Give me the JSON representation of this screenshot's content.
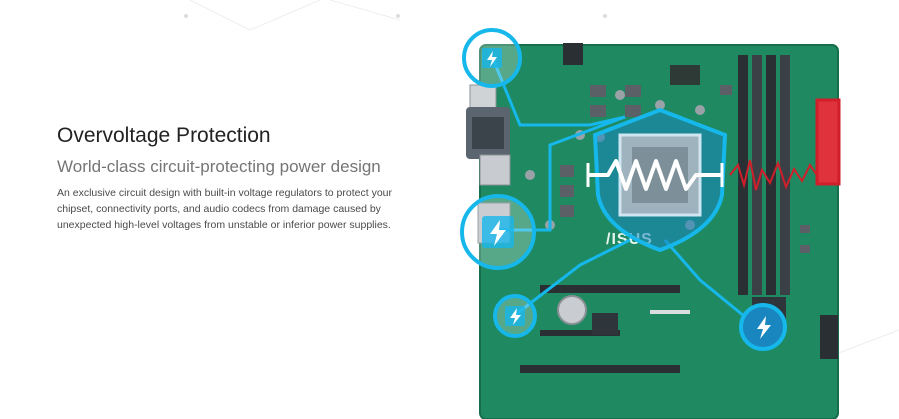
{
  "feature": {
    "title": "Overvoltage Protection",
    "subtitle": "World-class circuit-protecting power design",
    "description": "An exclusive circuit design with built-in voltage regulators to protect your chipset, connectivity ports, and audio codecs from damage caused by unexpected high-level voltages from unstable or inferior power supplies."
  },
  "board": {
    "brand_logo": "/ISUS",
    "colors": {
      "pcb": "#1f8a62",
      "accent": "#16b7ea",
      "overload": "#d01f2a",
      "shield": "#0f6f9a"
    }
  }
}
